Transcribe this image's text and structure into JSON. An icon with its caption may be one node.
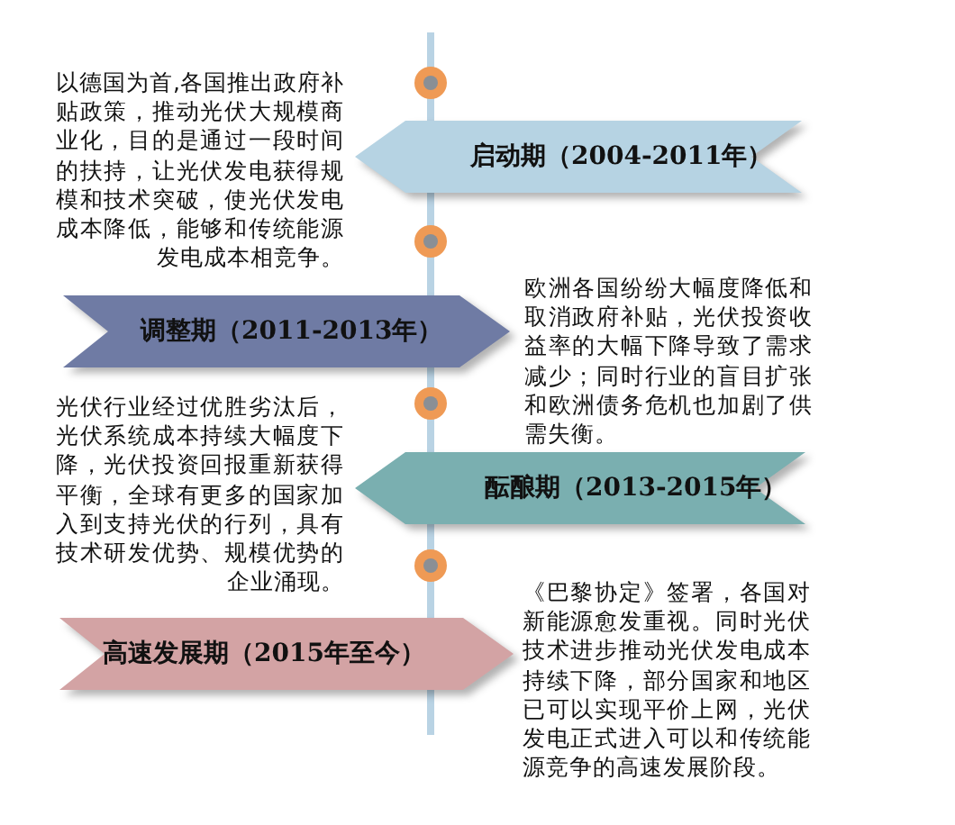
{
  "diagram": {
    "nodes": [
      {
        "text": [
          "启动期（2004-2011年）"
        ],
        "beside": [
          "以德国为首,各国推出政府补贴政策，推动光伏大规模商业化，目的是通过一段时间的扶持，让光伏发电获得规模和技术突破，使光伏发电成本降低，能够和传统能源发电成本相竞争。"
        ]
      },
      {
        "text": [
          "调整期（2011-2013年）"
        ],
        "beside": [
          "欧洲各国纷纷大幅度降低和取消政府补贴，光伏投资收益率的大幅下降导致了需求减少；同时行业的盲目扩张和欧洲债务危机也加剧了供需失衡。"
        ]
      },
      {
        "text": [
          "酝酿期（2013-2015年）"
        ],
        "beside": [
          "光伏行业经过优胜劣汰后，光伏系统成本持续大幅度下降，光伏投资回报重新获得平衡，全球有更多的国家加入到支持光伏的行列，具有技术研发优势、规模优势的企业涌现。"
        ]
      },
      {
        "text": [
          "高速发展期（2015年至今）"
        ],
        "beside": [
          "《巴黎协定》签署，各国对新能源愈发重视。同时光伏技术进步推动光伏发电成本持续下降，部分国家和地区已可以实现平价上网，光伏发电正式进入可以和传统能源竞争的高速发展阶段。"
        ]
      }
    ]
  }
}
